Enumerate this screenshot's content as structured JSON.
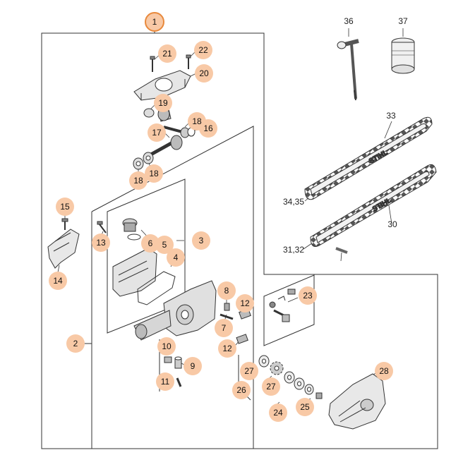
{
  "diagram": {
    "main_callout": "1",
    "callouts": [
      "2",
      "3",
      "4",
      "5",
      "6",
      "7",
      "8",
      "9",
      "10",
      "11",
      "12",
      "12",
      "13",
      "14",
      "15",
      "16",
      "17",
      "18",
      "18",
      "18",
      "19",
      "20",
      "21",
      "22",
      "23",
      "24",
      "25",
      "26",
      "27",
      "27",
      "28"
    ],
    "plain_labels": [
      "30",
      "31,32",
      "33",
      "34,35",
      "36",
      "37"
    ],
    "chain_brand": [
      "STIHL",
      "STIHL"
    ]
  },
  "colors": {
    "callout_fill": "#f8c9a6",
    "main_callout_stroke": "#e8893c",
    "line": "#333333"
  }
}
